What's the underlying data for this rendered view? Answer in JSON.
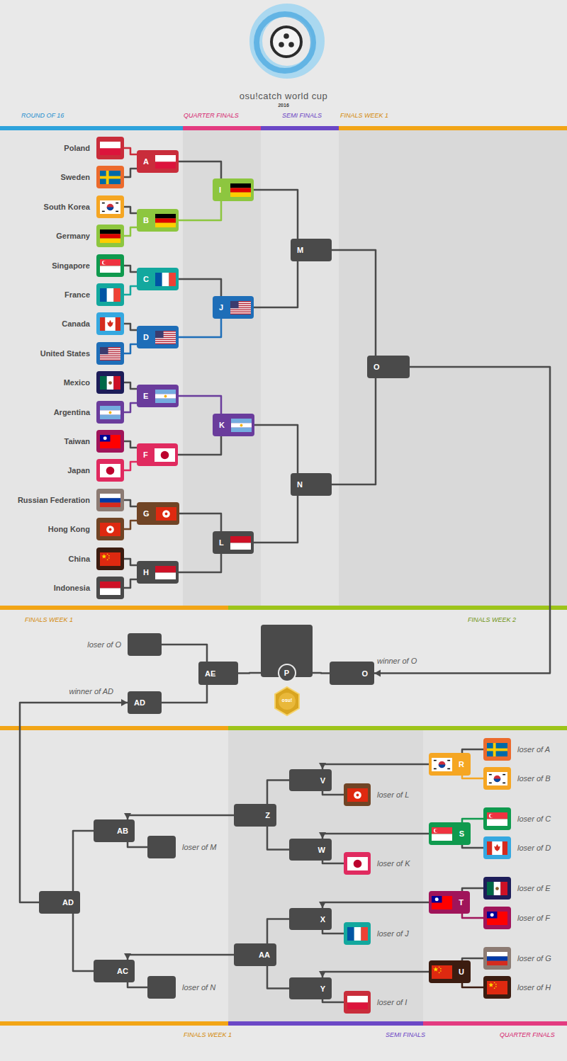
{
  "diagram": {
    "title": "osu!catch world cup",
    "nodes": [
      {
        "text": [
          "Poland"
        ]
      },
      {
        "text": [
          "Sweden"
        ]
      },
      {
        "text": [
          "South Korea"
        ]
      },
      {
        "text": [
          "Germany"
        ]
      },
      {
        "text": [
          "Singapore"
        ]
      },
      {
        "text": [
          "France"
        ]
      },
      {
        "text": [
          "Canada"
        ]
      },
      {
        "text": [
          "United States"
        ]
      },
      {
        "text": [
          "Mexico"
        ]
      },
      {
        "text": [
          "Argentina"
        ]
      },
      {
        "text": [
          "Taiwan"
        ]
      },
      {
        "text": [
          "Japan"
        ]
      },
      {
        "text": [
          "Russian Federation"
        ]
      },
      {
        "text": [
          "Hong Kong"
        ]
      },
      {
        "text": [
          "China"
        ]
      },
      {
        "text": [
          "Indonesia"
        ]
      },
      {
        "text": [
          "A"
        ]
      },
      {
        "text": [
          "B"
        ]
      },
      {
        "text": [
          "C"
        ]
      },
      {
        "text": [
          "D"
        ]
      },
      {
        "text": [
          "E"
        ]
      },
      {
        "text": [
          "F"
        ]
      },
      {
        "text": [
          "G"
        ]
      },
      {
        "text": [
          "H"
        ]
      },
      {
        "text": [
          "I"
        ]
      },
      {
        "text": [
          "J"
        ]
      },
      {
        "text": [
          "K"
        ]
      },
      {
        "text": [
          "L"
        ]
      },
      {
        "text": [
          "M"
        ]
      },
      {
        "text": [
          "N"
        ]
      },
      {
        "text": [
          "O"
        ]
      },
      {
        "text": [
          "loser of O"
        ]
      },
      {
        "text": [
          "AE"
        ]
      },
      {
        "text": [
          "P"
        ]
      },
      {
        "text": [
          "O",
          "winner of O"
        ]
      },
      {
        "text": [
          "AD",
          "winner of AD"
        ]
      },
      {
        "text": [
          "R"
        ]
      },
      {
        "text": [
          "loser of A"
        ]
      },
      {
        "text": [
          "loser of B"
        ]
      },
      {
        "text": [
          "S"
        ]
      },
      {
        "text": [
          "loser of C"
        ]
      },
      {
        "text": [
          "loser of D"
        ]
      },
      {
        "text": [
          "T"
        ]
      },
      {
        "text": [
          "loser of E"
        ]
      },
      {
        "text": [
          "loser of F"
        ]
      },
      {
        "text": [
          "U"
        ]
      },
      {
        "text": [
          "loser of G"
        ]
      },
      {
        "text": [
          "loser of H"
        ]
      },
      {
        "text": [
          "V"
        ]
      },
      {
        "text": [
          "loser of L"
        ]
      },
      {
        "text": [
          "W"
        ]
      },
      {
        "text": [
          "loser of K"
        ]
      },
      {
        "text": [
          "X"
        ]
      },
      {
        "text": [
          "loser of J"
        ]
      },
      {
        "text": [
          "Y"
        ]
      },
      {
        "text": [
          "loser of I"
        ]
      },
      {
        "text": [
          "Z"
        ]
      },
      {
        "text": [
          "AA"
        ]
      },
      {
        "text": [
          "AB"
        ]
      },
      {
        "text": [
          "loser of M"
        ]
      },
      {
        "text": [
          "AC"
        ]
      },
      {
        "text": [
          "loser of N"
        ]
      },
      {
        "text": [
          "AD"
        ]
      }
    ],
    "edges": [
      {
        "from": 0,
        "to": 16,
        "arrow": "none"
      },
      {
        "from": 1,
        "to": 16,
        "arrow": "none"
      },
      {
        "from": 2,
        "to": 17,
        "arrow": "none"
      },
      {
        "from": 3,
        "to": 17,
        "arrow": "none"
      },
      {
        "from": 4,
        "to": 18,
        "arrow": "none"
      },
      {
        "from": 5,
        "to": 18,
        "arrow": "none"
      },
      {
        "from": 6,
        "to": 19,
        "arrow": "none"
      },
      {
        "from": 7,
        "to": 19,
        "arrow": "none"
      },
      {
        "from": 8,
        "to": 20,
        "arrow": "none"
      },
      {
        "from": 9,
        "to": 20,
        "arrow": "none"
      },
      {
        "from": 10,
        "to": 21,
        "arrow": "none"
      },
      {
        "from": 11,
        "to": 21,
        "arrow": "none"
      },
      {
        "from": 12,
        "to": 22,
        "arrow": "none"
      },
      {
        "from": 13,
        "to": 22,
        "arrow": "none"
      },
      {
        "from": 14,
        "to": 23,
        "arrow": "none"
      },
      {
        "from": 15,
        "to": 23,
        "arrow": "none"
      },
      {
        "from": 16,
        "to": 24,
        "arrow": "none"
      },
      {
        "from": 17,
        "to": 24,
        "arrow": "none"
      },
      {
        "from": 18,
        "to": 25,
        "arrow": "none"
      },
      {
        "from": 19,
        "to": 25,
        "arrow": "none"
      },
      {
        "from": 20,
        "to": 26,
        "arrow": "none"
      },
      {
        "from": 21,
        "to": 26,
        "arrow": "none"
      },
      {
        "from": 22,
        "to": 27,
        "arrow": "none"
      },
      {
        "from": 23,
        "to": 27,
        "arrow": "none"
      },
      {
        "from": 24,
        "to": 28,
        "arrow": "none"
      },
      {
        "from": 25,
        "to": 28,
        "arrow": "none"
      },
      {
        "from": 26,
        "to": 29,
        "arrow": "none"
      },
      {
        "from": 27,
        "to": 29,
        "arrow": "none"
      },
      {
        "from": 28,
        "to": 30,
        "arrow": "none"
      },
      {
        "from": 29,
        "to": 30,
        "arrow": "none"
      },
      {
        "from": 30,
        "to": 34,
        "arrow": "to"
      },
      {
        "from": 31,
        "to": 32,
        "arrow": "none"
      },
      {
        "from": 35,
        "to": 32,
        "arrow": "none"
      },
      {
        "from": 32,
        "to": 33,
        "arrow": "none"
      },
      {
        "from": 34,
        "to": 33,
        "arrow": "none"
      },
      {
        "from": 37,
        "to": 36,
        "arrow": "none"
      },
      {
        "from": 38,
        "to": 36,
        "arrow": "none"
      },
      {
        "from": 40,
        "to": 39,
        "arrow": "none"
      },
      {
        "from": 41,
        "to": 39,
        "arrow": "none"
      },
      {
        "from": 43,
        "to": 42,
        "arrow": "none"
      },
      {
        "from": 44,
        "to": 42,
        "arrow": "none"
      },
      {
        "from": 46,
        "to": 45,
        "arrow": "none"
      },
      {
        "from": 47,
        "to": 45,
        "arrow": "none"
      },
      {
        "from": 36,
        "to": 48,
        "arrow": "to"
      },
      {
        "from": 49,
        "to": 48,
        "arrow": "none"
      },
      {
        "from": 39,
        "to": 50,
        "arrow": "to"
      },
      {
        "from": 51,
        "to": 50,
        "arrow": "none"
      },
      {
        "from": 42,
        "to": 52,
        "arrow": "to"
      },
      {
        "from": 53,
        "to": 52,
        "arrow": "none"
      },
      {
        "from": 45,
        "to": 54,
        "arrow": "to"
      },
      {
        "from": 55,
        "to": 54,
        "arrow": "none"
      },
      {
        "from": 48,
        "to": 56,
        "arrow": "none"
      },
      {
        "from": 50,
        "to": 56,
        "arrow": "none"
      },
      {
        "from": 52,
        "to": 57,
        "arrow": "none"
      },
      {
        "from": 54,
        "to": 57,
        "arrow": "none"
      },
      {
        "from": 56,
        "to": 58,
        "arrow": "to"
      },
      {
        "from": 59,
        "to": 58,
        "arrow": "none"
      },
      {
        "from": 57,
        "to": 60,
        "arrow": "to"
      },
      {
        "from": 61,
        "to": 60,
        "arrow": "none"
      },
      {
        "from": 58,
        "to": 62,
        "arrow": "none"
      },
      {
        "from": 60,
        "to": 62,
        "arrow": "none"
      },
      {
        "from": 62,
        "to": 35,
        "arrow": "to"
      }
    ],
    "labels": [
      "2016",
      "ROUND OF 16",
      "QUARTER FINALS",
      "SEMI FINALS",
      "FINALS WEEK 1",
      "FINALS WEEK 1",
      "FINALS WEEK 2",
      "FINALS WEEK 1",
      "SEMI FINALS",
      "QUARTER FINALS",
      "osu!"
    ]
  }
}
